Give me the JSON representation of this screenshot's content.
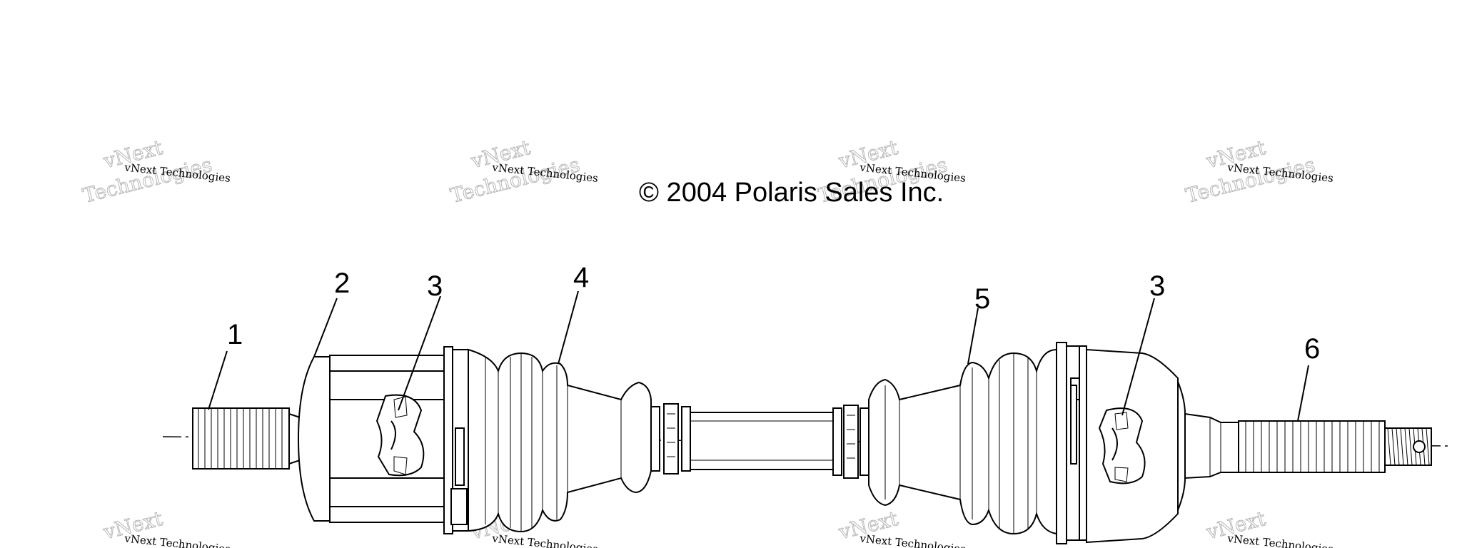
{
  "copyright": "© 2004 Polaris Sales Inc.",
  "callouts": [
    "1",
    "2",
    "3",
    "4",
    "5",
    "3",
    "6"
  ],
  "watermark": {
    "line1": "vNext Technologies",
    "line2": "vNext",
    "line3": "Technologies"
  }
}
